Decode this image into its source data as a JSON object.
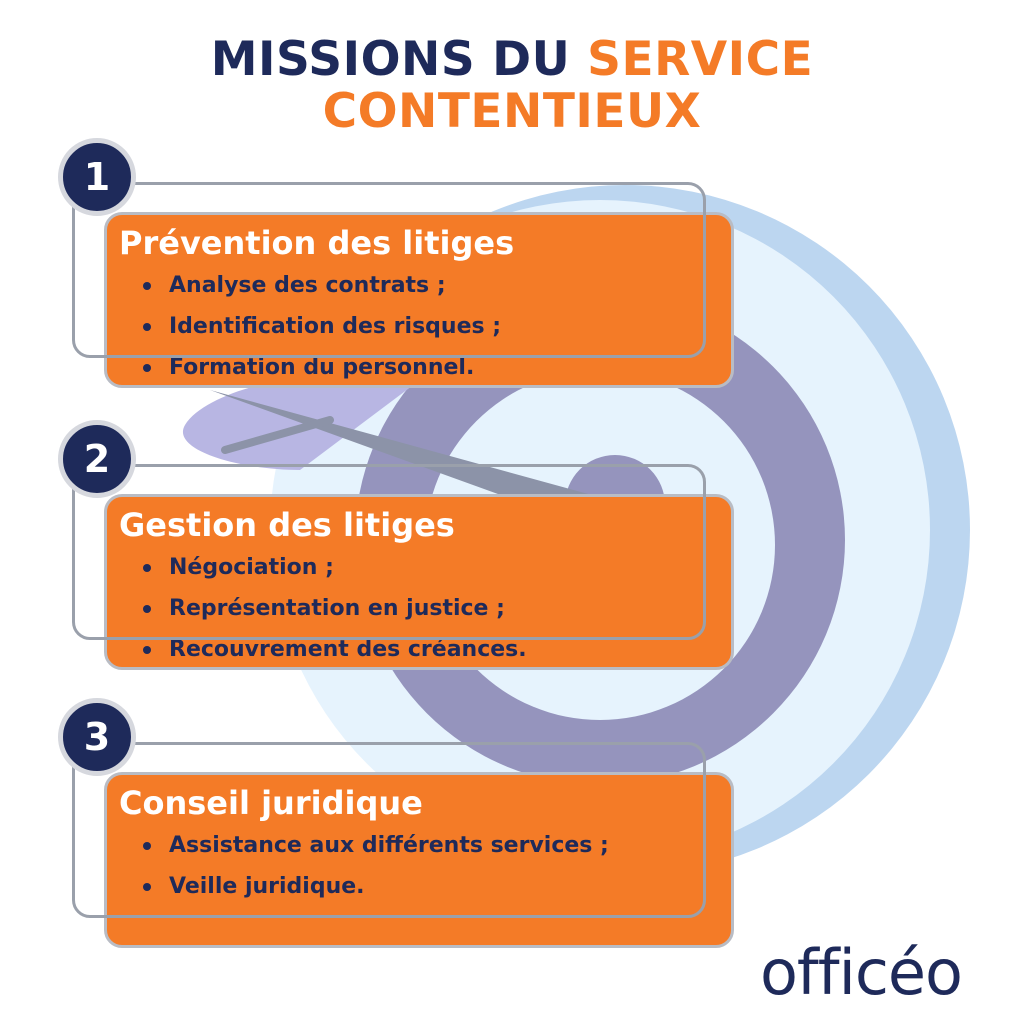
{
  "title": {
    "line1_dark": "MISSIONS DU ",
    "line1_orange": "SERVICE",
    "line2_orange": "CONTENTIEUX"
  },
  "colors": {
    "navy": "#1e2a5a",
    "orange": "#f47b27",
    "target_light": "#e6f3fd",
    "target_mid": "#bcd6f0",
    "target_ring": "#9594bd",
    "arrow_fletch": "#b8b6e3",
    "arrow_shaft": "#8c93a8"
  },
  "missions": [
    {
      "number": "1",
      "heading": "Prévention des litiges",
      "items": [
        "Analyse des contrats ;",
        "Identification des risques ;",
        "Formation du personnel."
      ]
    },
    {
      "number": "2",
      "heading": "Gestion des litiges",
      "items": [
        "Négociation ;",
        "Représentation en justice ;",
        "Recouvrement des créances."
      ]
    },
    {
      "number": "3",
      "heading": "Conseil juridique",
      "items": [
        "Assistance aux différents services ;",
        "Veille juridique."
      ]
    }
  ],
  "logo": {
    "text": "officéo"
  }
}
